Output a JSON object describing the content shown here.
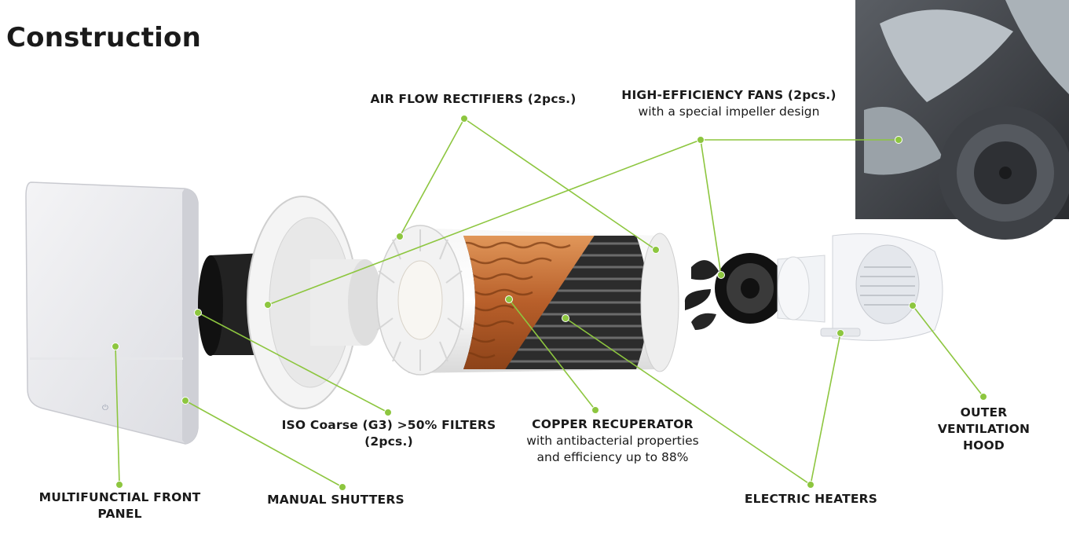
{
  "title": "Construction",
  "colors": {
    "accent": "#8dc63f",
    "copper": "#c8723a",
    "photo_bg": "#3a3d42"
  },
  "labels": {
    "rectifiers": {
      "head": "AIR FLOW RECTIFIERS (2pcs.)"
    },
    "fans": {
      "head": "HIGH-EFFICIENCY FANS (2pcs.)",
      "sub": "with a special impeller design"
    },
    "filters": {
      "head": "ISO Coarse (G3) >50% FILTERS (2pcs.)"
    },
    "recuperator": {
      "head": "COPPER RECUPERATOR",
      "sub": "with antibacterial properties and efficiency up to 88%"
    },
    "hood": {
      "head": "OUTER VENTILATION HOOD"
    },
    "panel": {
      "head": "MULTIFUNCTIAL FRONT PANEL"
    },
    "shutters": {
      "head": "MANUAL SHUTTERS"
    },
    "heaters": {
      "head": "ELECTRIC HEATERS"
    }
  },
  "icons": [
    "front-panel-illustration",
    "filter-cylinder-illustration",
    "flange-ring-illustration",
    "recuperator-illustration",
    "fan-illustration",
    "hood-illustration",
    "impeller-photo"
  ]
}
